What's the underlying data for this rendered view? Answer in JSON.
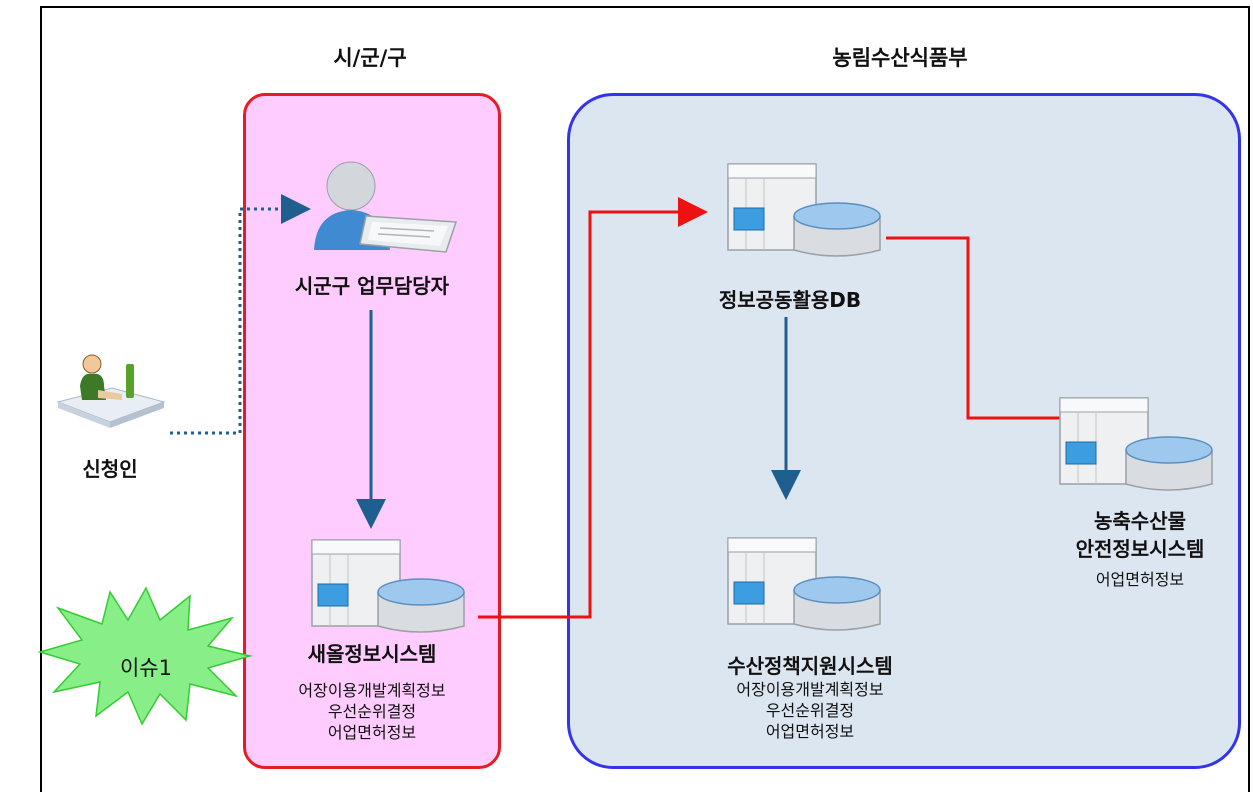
{
  "regions": {
    "city": "시/군/구",
    "ministry": "농림수산식품부"
  },
  "nodes": {
    "applicant": "신청인",
    "officer": "시군구 업무담당자",
    "saeol": {
      "name": "새올정보시스템",
      "lines": [
        "어장이용개발계획정보",
        "우선순위결정",
        "어업면허정보"
      ]
    },
    "shared_db": "정보공동활용DB",
    "fishery": {
      "name": "수산정책지원시스템",
      "lines": [
        "어장이용개발계획정보",
        "우선순위결정",
        "어업면허정보"
      ]
    },
    "safety": {
      "name_line1": "농축수산물",
      "name_line2": "안전정보시스템",
      "lines": [
        "어업면허정보"
      ]
    }
  },
  "issue": "이슈1",
  "colors": {
    "city_fill": "#ffccff",
    "city_border": "#e51c23",
    "ministry_fill": "#dce6f1",
    "ministry_border": "#3333ee",
    "red_link": "#ee1111",
    "blue_link": "#1f5f8f",
    "issue_fill": "#88ee88"
  },
  "icons": {
    "applicant": "person-at-desk-icon",
    "officer": "officer-with-document-icon",
    "server_db": "server-database-icon",
    "issue": "starburst-icon"
  }
}
